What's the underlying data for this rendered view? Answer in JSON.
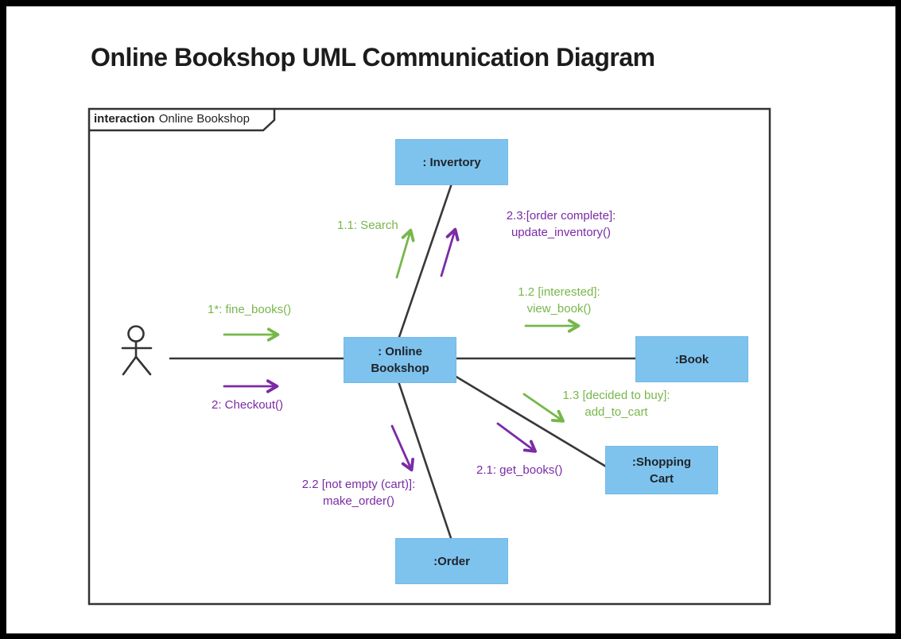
{
  "title": "Online Bookshop UML Communication Diagram",
  "frame_label": {
    "keyword": "interaction",
    "name": "Online Bookshop"
  },
  "colors": {
    "object_fill": "#7ec3ee",
    "message_green": "#77b74a",
    "message_purple": "#7a2ba5",
    "line_dark": "#333333",
    "paper": "#ffffff",
    "outer_border": "#000000"
  },
  "objects": {
    "inventory": {
      "line1": ": Invertory",
      "line2": ""
    },
    "online_bookshop": {
      "line1": ": Online",
      "line2": "Bookshop"
    },
    "book": {
      "line1": ":Book",
      "line2": ""
    },
    "shopping_cart": {
      "line1": ":Shopping",
      "line2": "Cart"
    },
    "order": {
      "line1": ":Order",
      "line2": ""
    }
  },
  "messages": {
    "find_books": "1*: fine_books()",
    "checkout": "2: Checkout()",
    "search": "1.1: Search",
    "update_inventory_line1": "2.3:[order complete]:",
    "update_inventory_line2": "update_inventory()",
    "view_book_line1": "1.2 [interested]:",
    "view_book_line2": "view_book()",
    "add_to_cart_line1": "1.3 [decided to buy]:",
    "add_to_cart_line2": "add_to_cart",
    "get_books": "2.1: get_books()",
    "make_order_line1": "2.2 [not empty (cart)]:",
    "make_order_line2": "make_order()"
  }
}
